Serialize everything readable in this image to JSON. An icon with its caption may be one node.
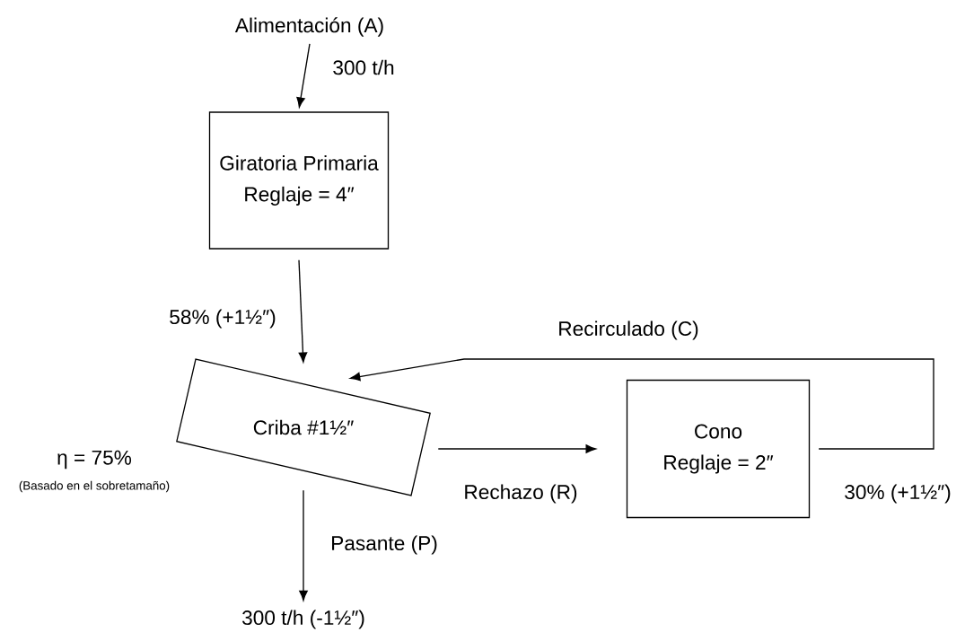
{
  "diagram": {
    "nodes": [
      {
        "text": [
          "Alimentación (A)"
        ]
      },
      {
        "text": [
          "Giratoria Primaria",
          "Reglaje = 4″"
        ]
      },
      {
        "text": [
          "Criba #1½″"
        ],
        "beside": [
          "η = 75%",
          "(Basado en el sobretamaño)"
        ]
      },
      {
        "text": [
          "Cono",
          "Reglaje = 2″"
        ]
      },
      {
        "text": [
          "300 t/h (-1½″)"
        ]
      }
    ],
    "edges": [
      {
        "from": 0,
        "to": 1,
        "arrow": "to",
        "label": "300 t/h"
      },
      {
        "from": 1,
        "to": 2,
        "arrow": "to",
        "label": "58% (+1½″)"
      },
      {
        "from": 2,
        "to": 3,
        "arrow": "to",
        "label": "Rechazo (R)"
      },
      {
        "from": 3,
        "to": 2,
        "arrow": "to",
        "label": "Recirculado (C)"
      },
      {
        "from": 2,
        "to": 4,
        "arrow": "to",
        "label": "Pasante (P)"
      }
    ],
    "labels": [
      "30% (+1½″)"
    ]
  }
}
